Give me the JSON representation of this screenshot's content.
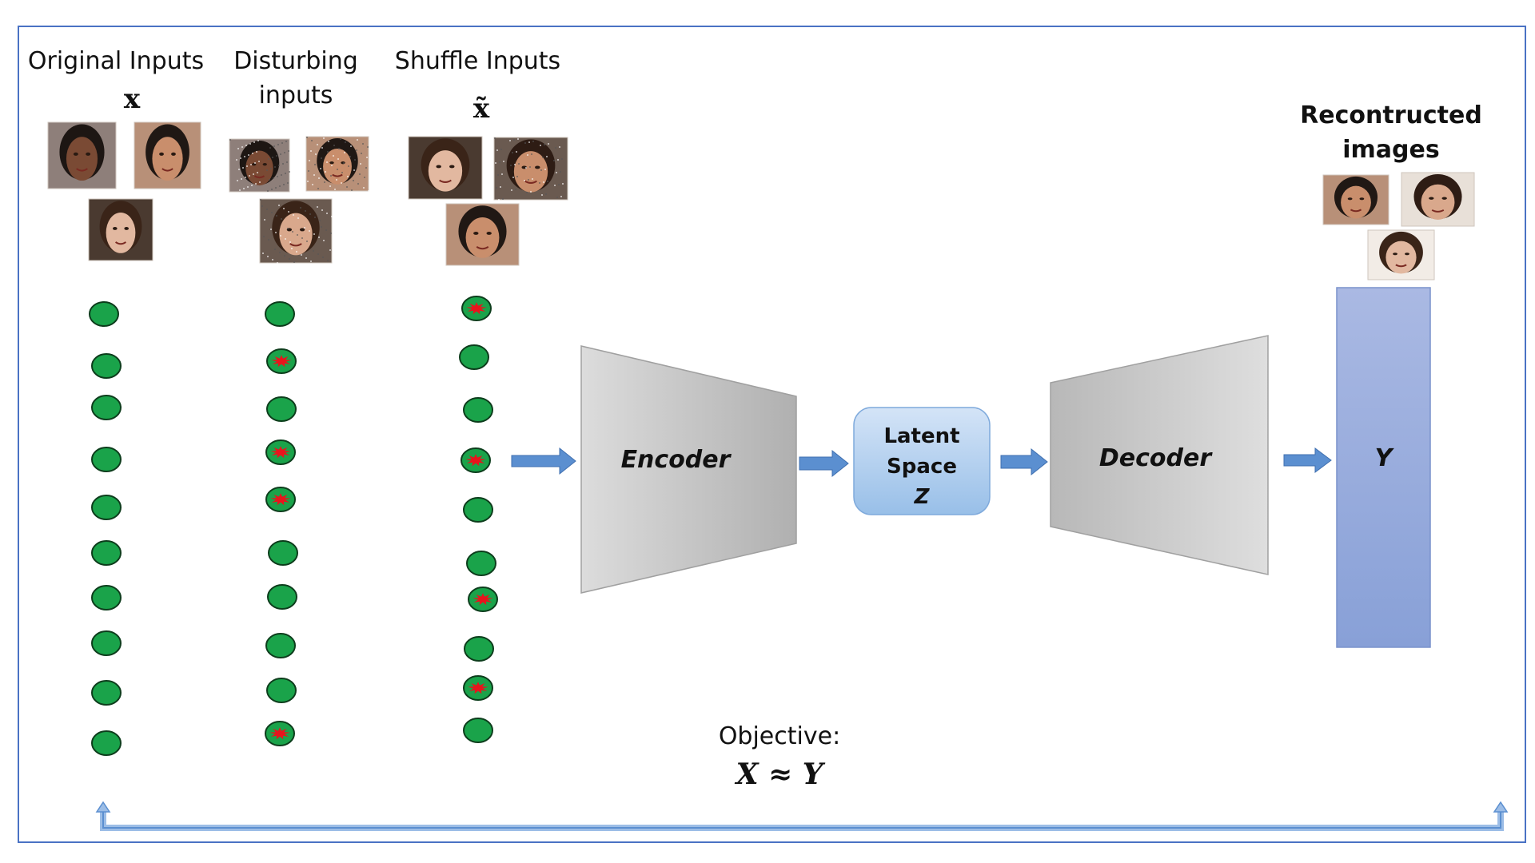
{
  "columns": {
    "original": {
      "title": "Original Inputs",
      "symbol": "x",
      "node_types": [
        "clean",
        "clean",
        "clean",
        "clean",
        "clean",
        "clean",
        "clean",
        "clean",
        "clean",
        "clean"
      ]
    },
    "disturbing": {
      "title_line1": "Disturbing",
      "title_line2": "inputs",
      "node_types": [
        "clean",
        "noisy",
        "clean",
        "noisy",
        "noisy",
        "clean",
        "clean",
        "clean",
        "clean",
        "noisy"
      ]
    },
    "shuffle": {
      "title": "Shuffle Inputs",
      "symbol": "x̃",
      "node_types": [
        "noisy",
        "clean",
        "clean",
        "noisy",
        "clean",
        "clean",
        "noisy",
        "clean",
        "noisy",
        "clean"
      ]
    }
  },
  "encoder": {
    "label": "Encoder"
  },
  "latent": {
    "line1": "Latent",
    "line2": "Space",
    "line3": "Z"
  },
  "decoder": {
    "label": "Decoder"
  },
  "output": {
    "label": "Y",
    "title_line1": "Recontructed",
    "title_line2": "images"
  },
  "objective": {
    "label": "Objective:",
    "equation": "X ≈ Y"
  },
  "colors": {
    "node_fill": "#1aa34a",
    "node_stroke": "#0d3d1c",
    "noise": "#e8141c",
    "arrow": "#5b8fd0",
    "block_gray_light": "#d9d9d9",
    "block_gray_dark": "#b3b3b3",
    "latent_top": "#cfe0f5",
    "latent_bottom": "#9ec3ea",
    "output_top": "#a9b8e2",
    "output_bottom": "#8aa2d8",
    "frame": "#4a72c4"
  }
}
